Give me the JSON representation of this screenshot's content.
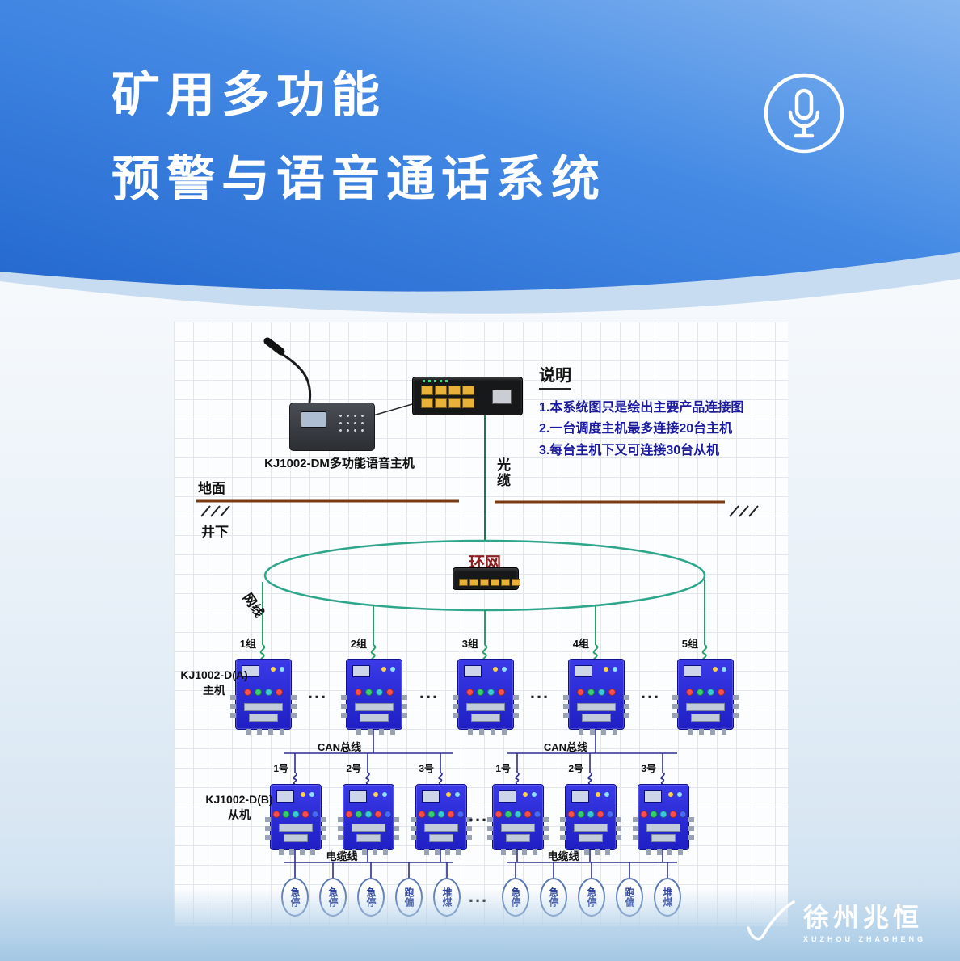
{
  "header": {
    "title_line1": "矿用多功能",
    "title_line2": "预警与语音通话系统"
  },
  "notes": {
    "title": "说明",
    "items": [
      "1.本系统图只是绘出主要产品连接图",
      "2.一台调度主机最多连接20台主机",
      "3.每台主机下又可连接30台从机"
    ]
  },
  "diagram": {
    "console_label": "KJ1002-DM多功能语音主机",
    "optical_cable_label": "光缆",
    "surface_label": "地面",
    "underground_label": "井下",
    "ring_label": "环网",
    "net_cable_label": "网线",
    "master_groups": [
      "1组",
      "2组",
      "3组",
      "4组",
      "5组"
    ],
    "master_name": "KJ1002-D(A)",
    "master_role": "主机",
    "slave_name": "KJ1002-D(B)",
    "slave_role": "从机",
    "can_bus_label": "CAN总线",
    "slave_units": [
      "1号",
      "2号",
      "3号"
    ],
    "cable_label": "电缆线",
    "sensors": [
      "急停",
      "急停",
      "急停",
      "跑偏",
      "堆煤"
    ],
    "ellipsis": "..."
  },
  "footer": {
    "brand": "徐州兆恒",
    "brand_sub": "XUZHOU ZHAOHENG"
  },
  "colors": {
    "header_blue": "#2f7bdd",
    "device_blue": "#2626d8",
    "wire_green": "#27a069",
    "ring_teal": "#2ea68b",
    "ground_brown": "#7a3a12",
    "note_blue": "#1b1b9e",
    "ring_text_red": "#8b1f1f"
  }
}
